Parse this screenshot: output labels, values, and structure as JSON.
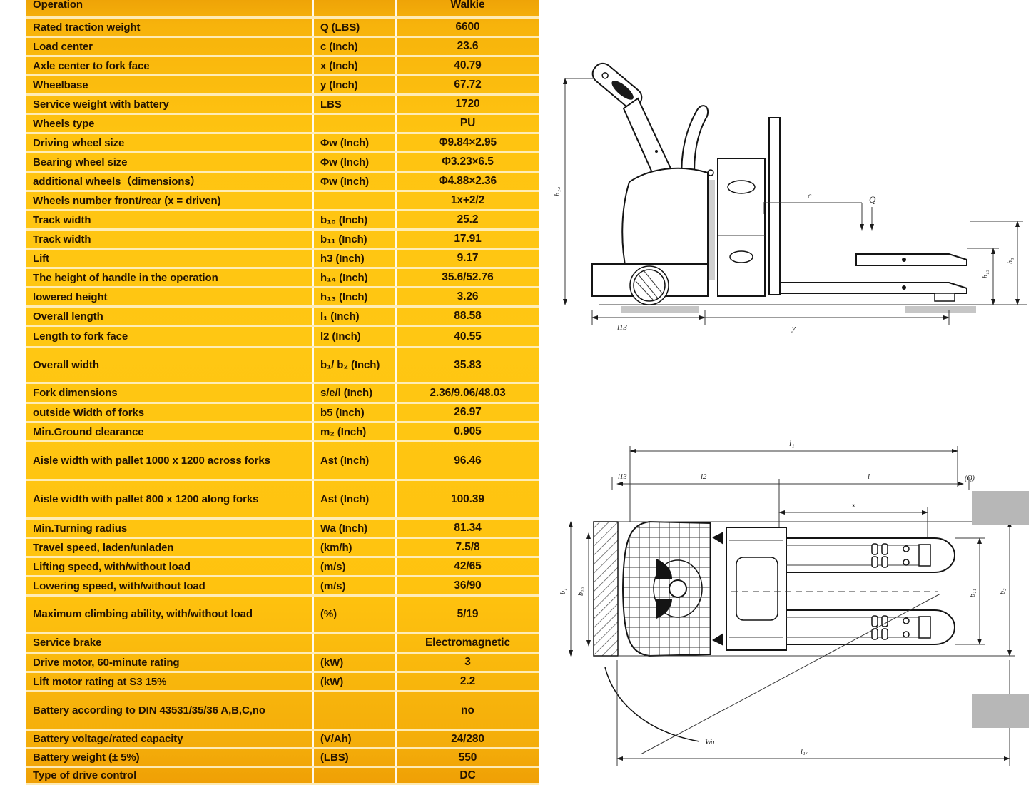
{
  "colors": {
    "table_yellow": "#ffc411",
    "table_amber_edge": "#ef9f05",
    "row_separator": "#fff0c3",
    "text_brown": "#241300",
    "pallet_gray": "#b7b7b7"
  },
  "table": {
    "rows": [
      {
        "label": "Operation",
        "sym": "",
        "val": "Walkie"
      },
      {
        "label": "Rated traction weight",
        "sym": "Q (LBS)",
        "val": "6600"
      },
      {
        "label": "Load center",
        "sym": "c (Inch)",
        "val": "23.6"
      },
      {
        "label": "Axle center to fork face",
        "sym": "x (Inch)",
        "val": "40.79"
      },
      {
        "label": "Wheelbase",
        "sym": "y (Inch)",
        "val": "67.72"
      },
      {
        "label": "Service weight with battery",
        "sym": "LBS",
        "val": "1720"
      },
      {
        "label": "Wheels type",
        "sym": "",
        "val": "PU"
      },
      {
        "label": "Driving wheel size",
        "sym": "Φw (Inch)",
        "val": "Φ9.84×2.95"
      },
      {
        "label": "Bearing wheel size",
        "sym": "Φw (Inch)",
        "val": "Φ3.23×6.5"
      },
      {
        "label": "additional wheels（dimensions）",
        "sym": "Φw (Inch)",
        "val": "Φ4.88×2.36"
      },
      {
        "label": "Wheels number front/rear (x = driven)",
        "sym": "",
        "val": "1x+2/2"
      },
      {
        "label": "Track width",
        "sym": "b₁₀ (Inch)",
        "val": "25.2"
      },
      {
        "label": "Track width",
        "sym": "b₁₁ (Inch)",
        "val": "17.91"
      },
      {
        "label": "Lift",
        "sym": "h3 (Inch)",
        "val": "9.17"
      },
      {
        "label": "The height of handle in the operation",
        "sym": "h₁₄ (Inch)",
        "val": "35.6/52.76"
      },
      {
        "label": "lowered height",
        "sym": "h₁₃ (Inch)",
        "val": "3.26"
      },
      {
        "label": "Overall length",
        "sym": "l₁ (Inch)",
        "val": "88.58"
      },
      {
        "label": "Length to fork face",
        "sym": "l2 (Inch)",
        "val": "40.55"
      },
      {
        "label": "Overall width",
        "sym": "b₁/ b₂ (Inch)",
        "val": "35.83"
      },
      {
        "label": "Fork dimensions",
        "sym": "s/e/l (Inch)",
        "val": "2.36/9.06/48.03"
      },
      {
        "label": "outside Width of forks",
        "sym": "b5 (Inch)",
        "val": "26.97"
      },
      {
        "label": "Min.Ground clearance",
        "sym": "m₂ (Inch)",
        "val": "0.905"
      },
      {
        "label": "Aisle width with pallet 1000 x 1200 across forks",
        "sym": "Ast (Inch)",
        "val": "96.46"
      },
      {
        "label": "Aisle width with pallet 800 x 1200 along forks",
        "sym": "Ast (Inch)",
        "val": "100.39"
      },
      {
        "label": "Min.Turning radius",
        "sym": "Wa (Inch)",
        "val": "81.34"
      },
      {
        "label": "Travel speed, laden/unladen",
        "sym": "(km/h)",
        "val": "7.5/8"
      },
      {
        "label": "Lifting speed, with/without load",
        "sym": "(m/s)",
        "val": "42/65"
      },
      {
        "label": "Lowering speed, with/without load",
        "sym": "(m/s)",
        "val": "36/90"
      },
      {
        "label": "Maximum climbing ability, with/without load",
        "sym": "(%)",
        "val": "5/19"
      },
      {
        "label": "Service brake",
        "sym": "",
        "val": "Electromagnetic"
      },
      {
        "label": "Drive motor, 60-minute rating",
        "sym": "(kW)",
        "val": "3"
      },
      {
        "label": "Lift motor rating at S3 15%",
        "sym": "(kW)",
        "val": "2.2"
      },
      {
        "label": "Battery according to DIN 43531/35/36 A,B,C,no",
        "sym": "",
        "val": "no"
      },
      {
        "label": "Battery voltage/rated capacity",
        "sym": "(V/Ah)",
        "val": "24/280"
      },
      {
        "label": "Battery weight (± 5%)",
        "sym": "(LBS)",
        "val": "550"
      },
      {
        "label": "Type of drive control",
        "sym": "",
        "val": "DC"
      }
    ]
  },
  "drawings": {
    "side_view": {
      "labels": {
        "h14": "h₁₄",
        "c": "c",
        "Q": "Q",
        "h13": "h₁₃",
        "h3": "h₃",
        "l13": "l13",
        "y": "y"
      }
    },
    "top_view": {
      "labels": {
        "l1": "l₁",
        "l13": "l13",
        "l2": "l2",
        "l": "l",
        "Q": "(Q)",
        "x": "x",
        "b1": "b₁",
        "b10": "b₁₀",
        "b11": "b₁₁",
        "b2": "b₂",
        "Wa": "Wa",
        "l1x": "l₁ₓ"
      }
    }
  }
}
